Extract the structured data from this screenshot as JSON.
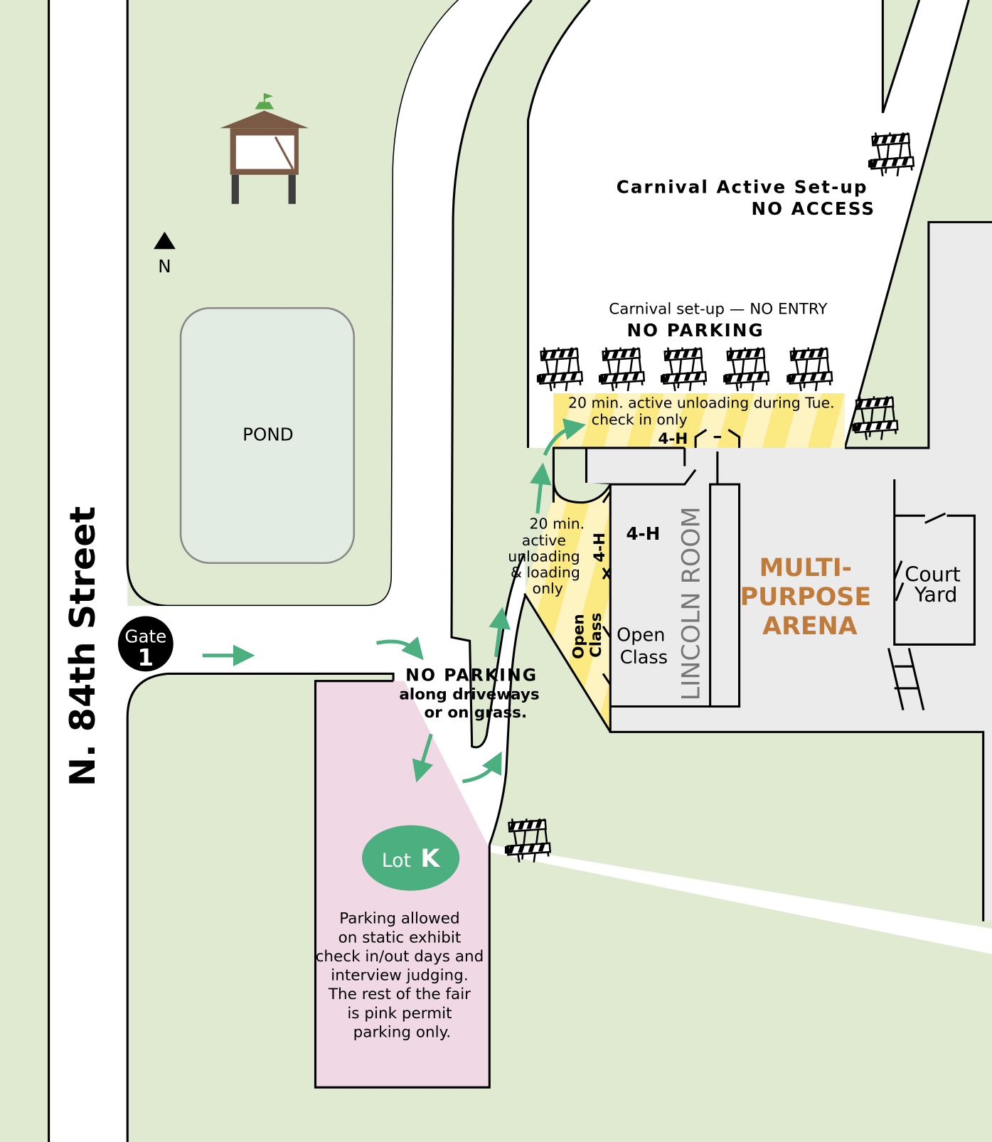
{
  "map": {
    "street_name": "N. 84th Street",
    "gate": {
      "label": "Gate",
      "number": "1"
    },
    "north_label": "N",
    "pond_label": "POND",
    "carnival_active": {
      "line1": "Carnival Active Set-up",
      "line2": "NO ACCESS"
    },
    "carnival_setup": {
      "line1": "Carnival set-up — NO ENTRY",
      "line2": "NO PARKING"
    },
    "unloading_tue": {
      "line1": "20 min. active unloading during Tue.",
      "line2": "check in only"
    },
    "fourh_top": "4-H",
    "unloading_side": {
      "line1": "20 min.",
      "line2": "active",
      "line3": "unloading",
      "line4": "& loading",
      "line5": "only"
    },
    "fourh_side_vertical": "4-H",
    "fourh_room": "4-H",
    "open_class_vertical": {
      "line1": "Open",
      "line2": "Class"
    },
    "open_class_room": {
      "line1": "Open",
      "line2": "Class"
    },
    "lincoln_room": "LINCOLN ROOM",
    "arena": {
      "line1": "MULTI-",
      "line2": "PURPOSE",
      "line3": "ARENA"
    },
    "court_yard": {
      "line1": "Court",
      "line2": "Yard"
    },
    "no_parking_driveways": {
      "line1": "NO PARKING",
      "line2": "along driveways",
      "line3": "or on grass."
    },
    "lot": {
      "prefix": "Lot",
      "letter": "K"
    },
    "lot_note": [
      "Parking allowed",
      "on static exhibit",
      "check in/out days and",
      "interview judging.",
      "The rest of the fair",
      "is pink permit",
      "parking only."
    ]
  },
  "colors": {
    "grass": "#dfead1",
    "road": "#ffffff",
    "building": "#ebebeb",
    "lot_pink": "#f1d8e5",
    "unloading_yellow": "#fbe982",
    "arrow_green": "#4caf7f",
    "arena_orange": "#c07a3a"
  }
}
